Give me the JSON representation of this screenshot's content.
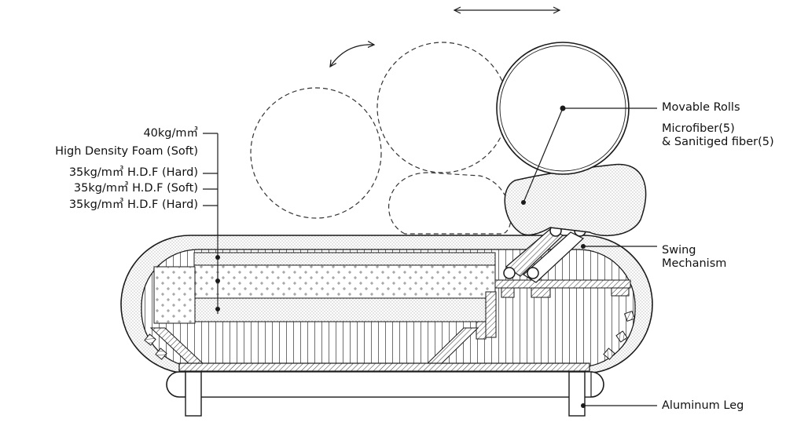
{
  "labels": {
    "foam_40": "40kg/m㎥",
    "foam_40_desc": "High Density Foam (Soft)",
    "hdf_hard_1": "35kg/m㎥ H.D.F (Hard)",
    "hdf_soft": "35kg/m㎥ H.D.F (Soft)",
    "hdf_hard_2": "35kg/m㎥ H.D.F (Hard)",
    "movable_rolls": "Movable Rolls",
    "fiber_line1": "Microfiber(5)",
    "fiber_line2": "& Sanitiged fiber(5)",
    "swing_line1": "Swing",
    "swing_line2": "Mechanism",
    "leg": "Aluminum Leg"
  },
  "colors": {
    "line": "#1a1a1a",
    "foam_dots": "#8a8a8a",
    "background": "#ffffff"
  }
}
